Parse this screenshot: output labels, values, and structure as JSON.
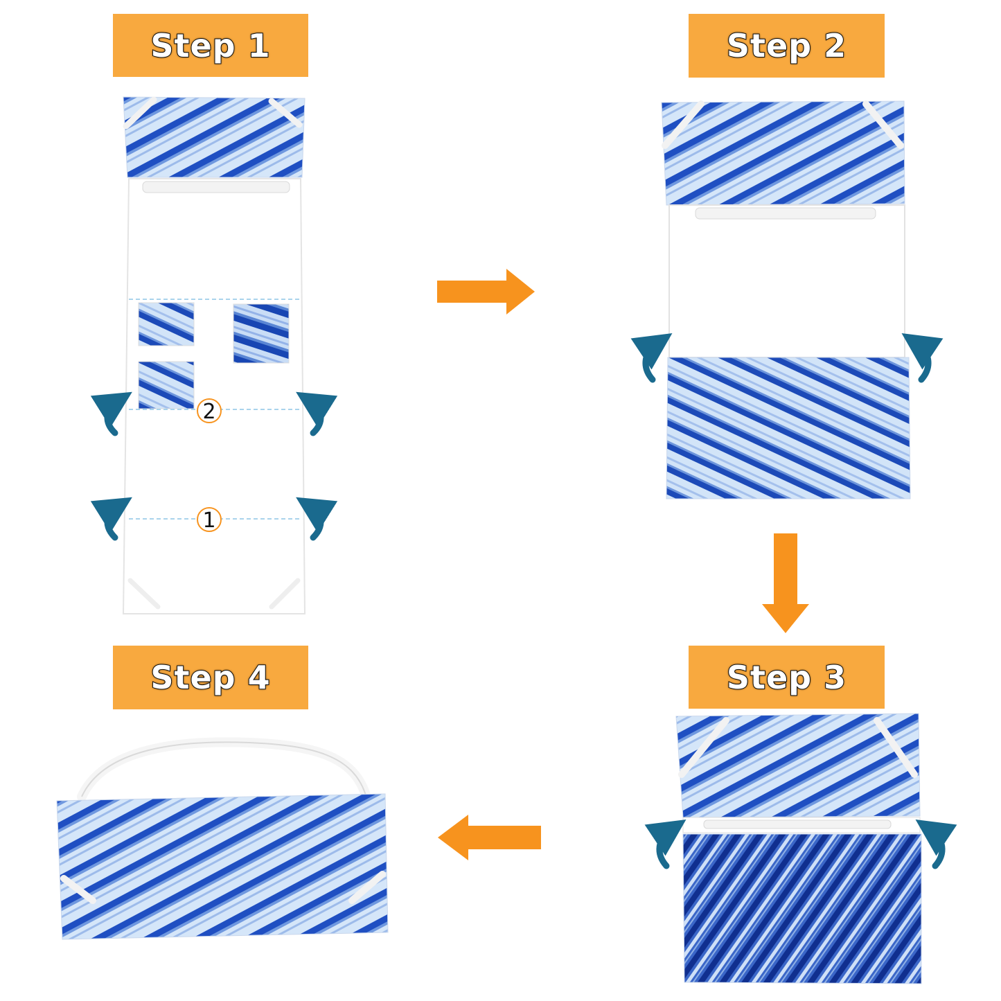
{
  "steps": [
    {
      "label": "Step 1"
    },
    {
      "label": "Step 2"
    },
    {
      "label": "Step 3"
    },
    {
      "label": "Step 4"
    }
  ],
  "fold_markers": {
    "first": "1",
    "second": "2"
  },
  "colors": {
    "label_background": "#f8a93f",
    "direction_arrow": "#f7931e",
    "fold_arrow": "#1a6a8e",
    "tie_dye_dark": "#0f2f9e",
    "tie_dye_light": "#cfe2f8"
  }
}
